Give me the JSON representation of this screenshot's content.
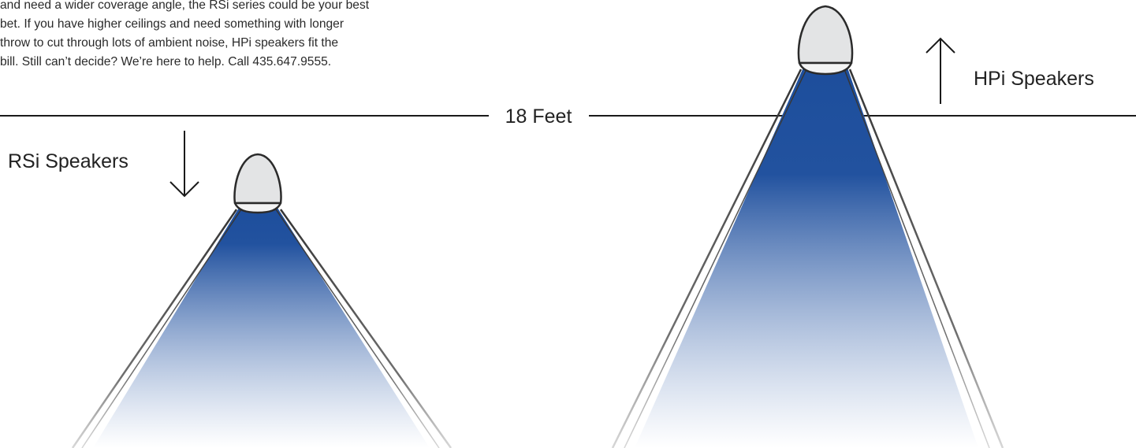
{
  "intro": {
    "lines": [
      "and need a wider coverage angle, the RSi series could be your best",
      "bet. If you have higher ceilings and need something with longer",
      "throw to cut through lots of ambient noise, HPi speakers fit the",
      "bill. Still can’t decide? We’re here to help. Call 435.647.9555."
    ]
  },
  "divider": {
    "label": "18 Feet"
  },
  "speakers": {
    "rsi": {
      "label": "RSi Speakers",
      "arrow": "down-arrow-icon"
    },
    "hpi": {
      "label": "HPi Speakers",
      "arrow": "up-arrow-icon"
    }
  },
  "colors": {
    "beam": "#1d4e9c",
    "speaker_body": "#e3e4e5",
    "speaker_outline": "#2b2b2b",
    "line": "#1a1a1a"
  }
}
